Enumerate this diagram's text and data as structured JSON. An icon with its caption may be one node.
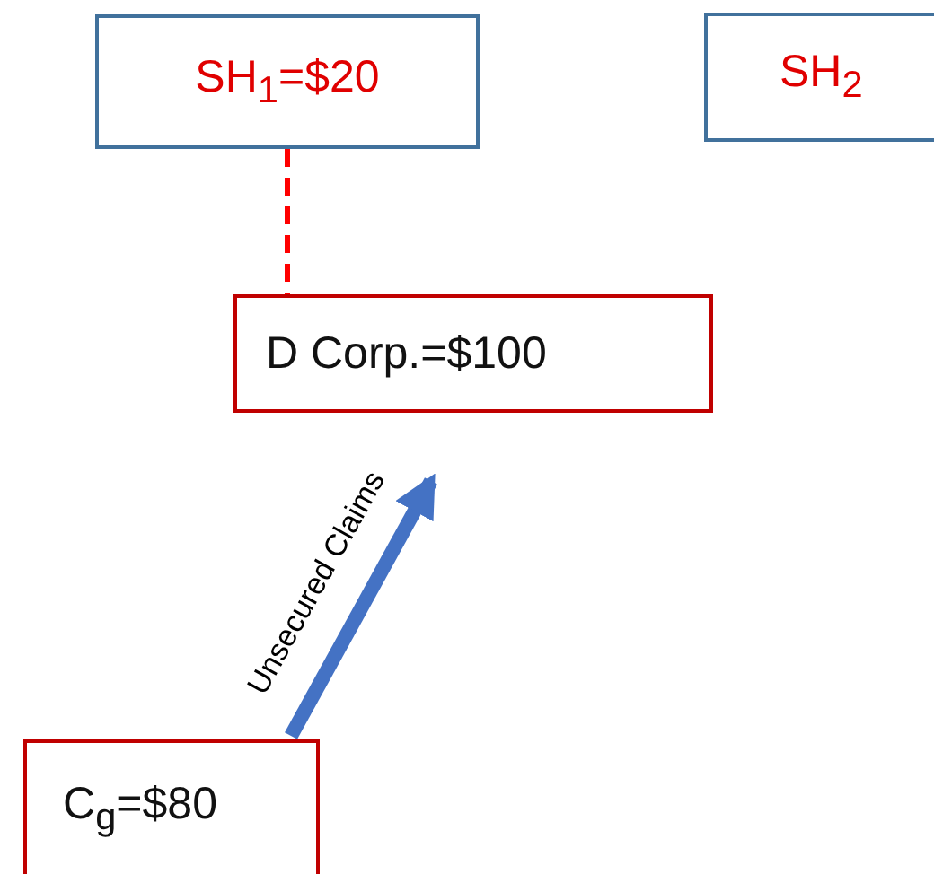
{
  "diagram": {
    "nodes": [
      {
        "text": [
          "SH$_{1}$=$20"
        ]
      },
      {
        "text": [
          "SH$_{2}$"
        ]
      },
      {
        "text": [
          "D Corp.=$100"
        ]
      },
      {
        "text": [
          "C$_{g}$=$80"
        ]
      }
    ],
    "edges": [
      {
        "from": 0,
        "to": 2,
        "arrow": "none",
        "style": "dashed",
        "color": "#ff0000"
      },
      {
        "from": 3,
        "to": 2,
        "arrow": "to",
        "label": "Unsecured Claims",
        "style": "thick",
        "color": "#4472c4"
      }
    ]
  }
}
